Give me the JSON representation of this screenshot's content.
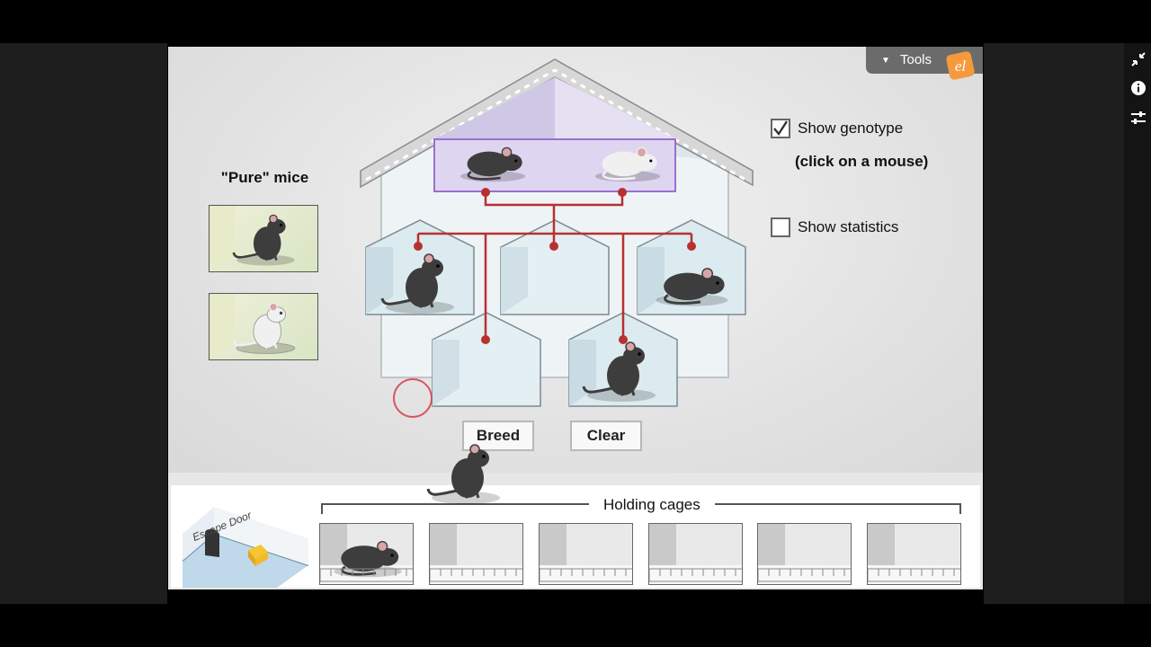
{
  "app": {
    "tools_label": "Tools",
    "tools_badge": "el"
  },
  "pure_mice": {
    "title": "\"Pure\" mice",
    "items": [
      {
        "color": "black"
      },
      {
        "color": "white"
      }
    ]
  },
  "house": {
    "parents": [
      "black",
      "white"
    ],
    "offspring": [
      "black",
      "empty",
      "black",
      "empty",
      "black"
    ]
  },
  "options": {
    "show_genotype_label": "Show genotype",
    "show_genotype_checked": true,
    "hint": "(click on a mouse)",
    "show_statistics_label": "Show statistics",
    "show_statistics_checked": false
  },
  "buttons": {
    "breed": "Breed",
    "clear": "Clear"
  },
  "bottom": {
    "escape_door_label": "Escape Door",
    "holding_cages_label": "Holding cages",
    "cages": [
      "black",
      "empty",
      "empty",
      "empty",
      "empty",
      "empty"
    ]
  },
  "colors": {
    "accent_red": "#b8312f",
    "tools_tab": "#6b6b6b",
    "badge_orange": "#f59a3c",
    "parent_cage_border": "#9a6fd0",
    "cursor_ring": "#d9535f"
  },
  "icons": [
    "collapse-icon",
    "info-icon",
    "settings-sliders-icon",
    "chevron-down-icon"
  ]
}
